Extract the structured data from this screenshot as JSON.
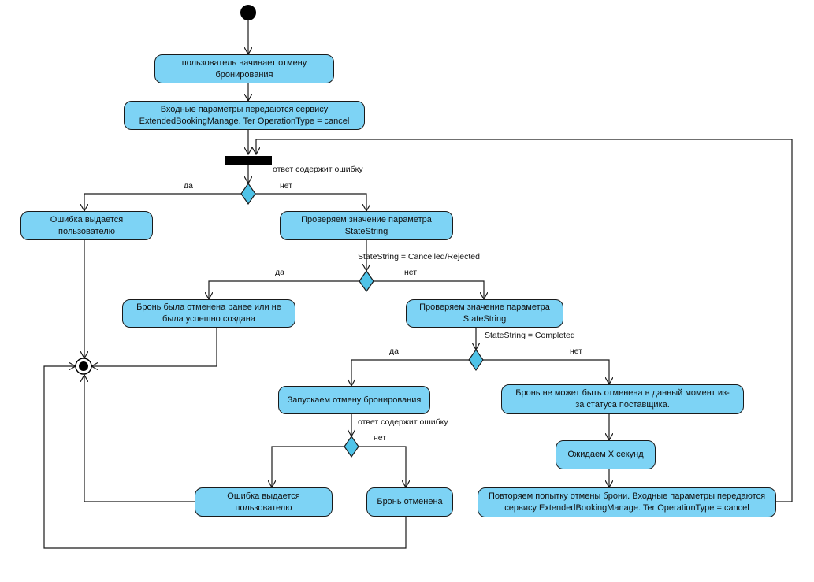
{
  "nodes": {
    "start_cancel": "пользователь начинает отмену бронирования",
    "input_params": "Входные параметры передаются сервису ExtendedBookingManage. Ter OperationType = cancel",
    "error_to_user_1": "Ошибка выдается пользователю",
    "check_state_1": "Проверяем значение параметра StateString",
    "booking_cancelled_earlier": "Бронь была отменена ранее или не была успешно создана",
    "check_state_2": "Проверяем значение параметра StateString",
    "run_cancellation": "Запускаем отмену бронирования",
    "cannot_cancel_now": "Бронь не может быть отменена в данный момент из-за статуса поставщика.",
    "wait_x_seconds": "Ожидаем X секунд",
    "error_to_user_2": "Ошибка выдается пользователю",
    "booking_cancelled": "Бронь отменена",
    "retry_cancel": "Повторяем попытку отмены брони.  Входные параметры передаются сервису ExtendedBookingManage.  Ter OperationType = cancel"
  },
  "labels": {
    "response_error_1": "ответ содержит ошибку",
    "yes_1": "да",
    "no_1": "нет",
    "cond_cancelled": "StateString = Cancelled/Rejected",
    "yes_2": "да",
    "no_2": "нет",
    "cond_completed": "StateString = Completed",
    "yes_3": "да",
    "no_3": "нет",
    "response_error_2": "ответ содержит ошибку",
    "no_4": "нет"
  },
  "colors": {
    "node_fill": "#7dd3f5",
    "decision_fill": "#4fc3e8",
    "line": "#1a1a1a"
  }
}
